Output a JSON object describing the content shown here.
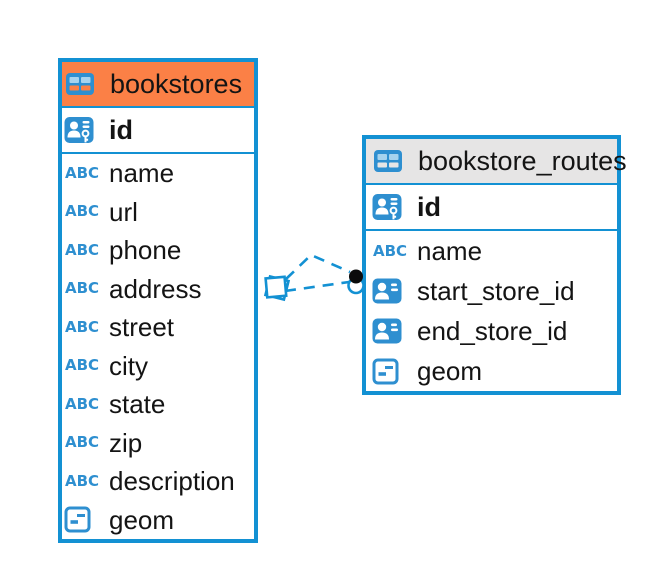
{
  "diagram": {
    "colors": {
      "table_border_blue": "#1391d3",
      "icon_blue": "#2e8fd0",
      "icon_cell_light_blue": "#a6d3ee",
      "selected_header_orange": "#fb8046",
      "header_gray": "#e6e5e5",
      "relationship_line_blue": "#1391d3",
      "text": "#141414",
      "canvas_background": "#ffffff"
    },
    "icons": {
      "text_label": "ABC",
      "table_icon": "table-grid",
      "primary_key_icon": "person-card-with-key",
      "reference_icon": "person-card",
      "geometry_icon": "square-with-dashes"
    },
    "tables": [
      {
        "name": "bookstores",
        "header_style": "orange-selected",
        "primary_key": {
          "name": "id",
          "type": "primary-key"
        },
        "columns": [
          {
            "name": "name",
            "type": "text"
          },
          {
            "name": "url",
            "type": "text"
          },
          {
            "name": "phone",
            "type": "text"
          },
          {
            "name": "address",
            "type": "text"
          },
          {
            "name": "street",
            "type": "text"
          },
          {
            "name": "city",
            "type": "text"
          },
          {
            "name": "state",
            "type": "text"
          },
          {
            "name": "zip",
            "type": "text"
          },
          {
            "name": "description",
            "type": "text"
          },
          {
            "name": "geom",
            "type": "geometry"
          }
        ]
      },
      {
        "name": "bookstore_routes",
        "header_style": "gray",
        "primary_key": {
          "name": "id",
          "type": "primary-key"
        },
        "columns": [
          {
            "name": "name",
            "type": "text"
          },
          {
            "name": "start_store_id",
            "type": "reference"
          },
          {
            "name": "end_store_id",
            "type": "reference"
          },
          {
            "name": "geom",
            "type": "geometry"
          }
        ]
      }
    ],
    "relationships": [
      {
        "from": "bookstores",
        "to": "bookstore_routes",
        "via": "start_store_id",
        "style": "dashed"
      },
      {
        "from": "bookstores",
        "to": "bookstore_routes",
        "via": "end_store_id",
        "style": "dashed"
      }
    ]
  }
}
